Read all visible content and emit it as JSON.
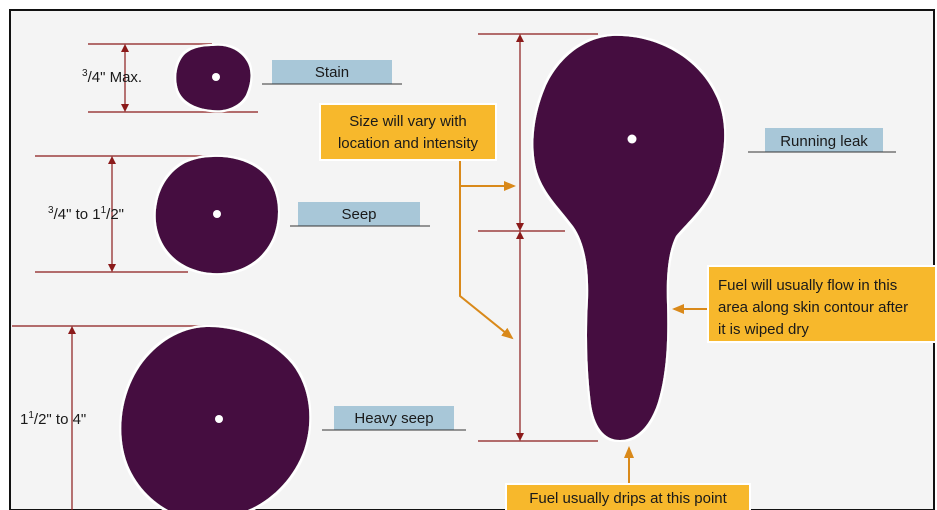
{
  "colors": {
    "background": "#f4f4f4",
    "border": "#111111",
    "leak": "#45073f",
    "dimension_line": "#8b1a1a",
    "label_box": "#a8c7d8",
    "callout_box": "#f7b82c",
    "callout_arrow": "#d9891a"
  },
  "labels": {
    "stain": "Stain",
    "seep": "Seep",
    "heavy_seep": "Heavy seep",
    "running_leak": "Running leak"
  },
  "dimensions": {
    "stain": {
      "n": "3",
      "d": "4",
      "tail": "\" Max."
    },
    "seep": {
      "n1": "3",
      "d1": "4",
      "mid": "\" to 1",
      "n2": "1",
      "d2": "2",
      "tail": "\""
    },
    "heavy_seep": {
      "head": "1",
      "n1": "1",
      "d1": "2",
      "mid": "\" to 4\""
    }
  },
  "callouts": {
    "size_vary": [
      "Size will vary with",
      "location and intensity"
    ],
    "flow": [
      "Fuel will usually flow in this",
      "area along skin contour after",
      "it is wiped dry"
    ],
    "drips": "Fuel usually drips at this point"
  }
}
